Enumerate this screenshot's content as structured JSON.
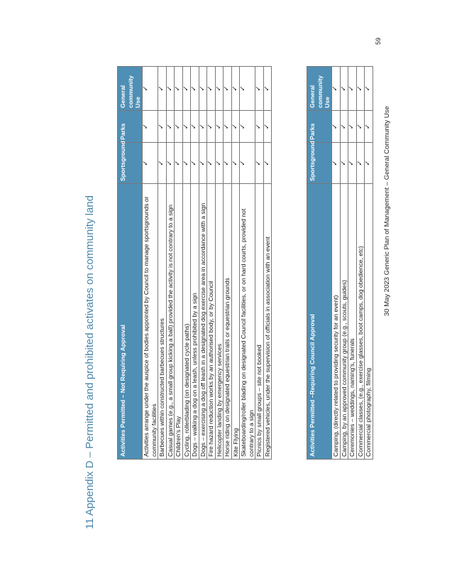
{
  "page_title": "11 Appendix D – Permitted and prohibited activates on community land",
  "page_number": "59",
  "footer": "30 May 2023   Generic Plan of Management – General Community Use",
  "tick": "✓",
  "table1": {
    "headers": [
      "Activities Permitted – Not Requiring Approval",
      "Sportsground",
      "Parks",
      "General community Use"
    ],
    "rows": [
      {
        "activity": "Activities arrange under the auspice of bodies appointed by Council to manage sportsgrounds or community facilities",
        "sportsground": "✓",
        "parks": "✓",
        "general": "✓"
      },
      {
        "activity": "Barbecues within constructed barbecues structures",
        "sportsground": "✓",
        "parks": "✓",
        "general": "✓"
      },
      {
        "activity": "Casual games (e.g., a small group kicking a ball) provided the activity is not contrary to a sign",
        "sportsground": "✓",
        "parks": "✓",
        "general": "✓"
      },
      {
        "activity": "Children’s Play",
        "sportsground": "✓",
        "parks": "✓",
        "general": "✓"
      },
      {
        "activity": "Cycling, rollerblading (on designated cycle paths)",
        "sportsground": "✓",
        "parks": "✓",
        "general": "✓"
      },
      {
        "activity": "Dogs – walking a dog on a leash, unless prohibited by a sign",
        "sportsground": "✓",
        "parks": "✓",
        "general": "✓"
      },
      {
        "activity": "Dogs – exercising a dog off leash in a designated dog exercise area in accordance with a sign",
        "sportsground": "✓",
        "parks": "✓",
        "general": "✓"
      },
      {
        "activity": "Fire hazard reduction works by an authorised body, or by Council",
        "sportsground": "✓",
        "parks": "✓",
        "general": "✓"
      },
      {
        "activity": "Helicopter landing by emergency services",
        "sportsground": "✓",
        "parks": "✓",
        "general": "✓"
      },
      {
        "activity": "Horse riding on designated equestrian trails or equestrian grounds",
        "sportsground": "✓",
        "parks": "✓",
        "general": "✓"
      },
      {
        "activity": "Kite Flying",
        "sportsground": "✓",
        "parks": "✓",
        "general": "✓"
      },
      {
        "activity": "Skateboarding/roller blading on designated Council facilities, or on hard courts, provided not contrary to a sign",
        "sportsground": "✓",
        "parks": "✓",
        "general": "✓"
      },
      {
        "activity": "Picnics by small groups – site not booked",
        "sportsground": "✓",
        "parks": "✓",
        "general": "✓"
      },
      {
        "activity": "Registered vehicles, under the supervision of officials in association with an event",
        "sportsground": "✓",
        "parks": "✓",
        "general": "✓"
      }
    ]
  },
  "table2": {
    "headers": [
      "Activities Permitted –Requiring Council Approval",
      "Sportsground",
      "Parks",
      "General community Use"
    ],
    "rows": [
      {
        "activity": "Camping, (directly related to providing security for an event)",
        "sportsground": "✓",
        "parks": "✓",
        "general": "✓"
      },
      {
        "activity": "Camping, by an approved community group (e.g., scouts, guides)",
        "sportsground": "✓",
        "parks": "✓",
        "general": "✓"
      },
      {
        "activity": "Ceremonies – weddings, naming’s, funerals",
        "sportsground": "✓",
        "parks": "✓",
        "general": "✓"
      },
      {
        "activity": "Commercial classes, (e.g., exercise glasses, boot camps, dog obedience, etc)",
        "sportsground": "✓",
        "parks": "✓",
        "general": "✓"
      },
      {
        "activity": "Commercial photography, filming",
        "sportsground": "✓",
        "parks": "✓",
        "general": "✓"
      }
    ]
  }
}
